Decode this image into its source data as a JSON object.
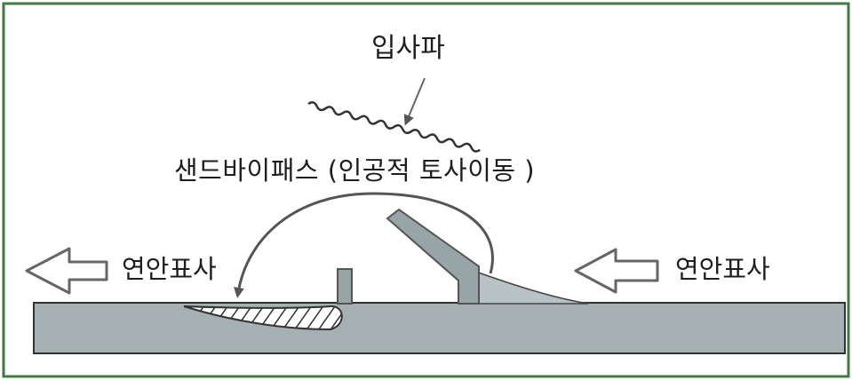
{
  "labels": {
    "incident_wave": "입사파",
    "sand_bypass": "샌드바이패스 (인공적 토사이동 )",
    "longshore_left": "연안표사",
    "longshore_right": "연안표사"
  },
  "colors": {
    "frame": "#3f7b3f",
    "seabed": "#a5b0b2",
    "structure": "#98a5a7",
    "sand_fill": "#b7c3c5",
    "outline": "#333333",
    "text": "#1e1e1e"
  }
}
